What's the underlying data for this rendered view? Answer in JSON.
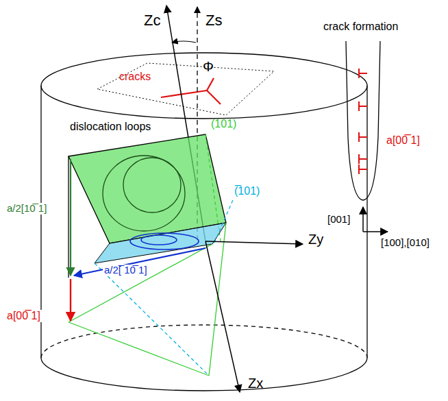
{
  "diagram": {
    "labels": [
      "Zc",
      "Zs",
      "Φ",
      "cracks",
      "dislocation loops",
      "(101)",
      "(̅101)",
      "a/2[10̅ 1]",
      "a/2[̅ 10̅ 1]",
      "a[00̅ 1]",
      "crack formation",
      "a[00̅ 1]",
      "[001]",
      "[100],[010]",
      "Zy",
      "Zx"
    ]
  }
}
